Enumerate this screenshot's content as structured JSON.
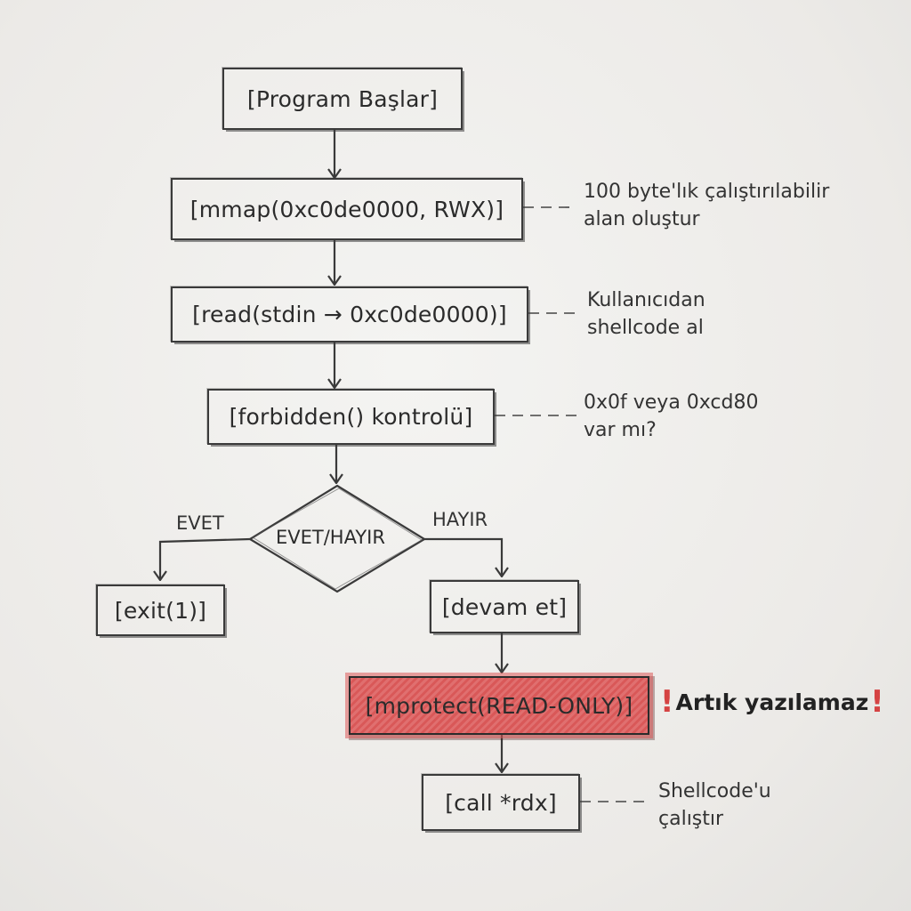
{
  "nodes": {
    "start": "[Program Başlar]",
    "mmap": "[mmap(0xc0de0000, RWX)]",
    "read": "[read(stdin → 0xc0de0000)]",
    "forbidden": "[forbidden() kontrolü]",
    "decision": "EVET/HAYIR",
    "exit": "[exit(1)]",
    "continue": "[devam et]",
    "mprotect": "[mprotect(READ-ONLY)]",
    "call": "[call *rdx]"
  },
  "branches": {
    "yes": "EVET",
    "no": "HAYIR"
  },
  "notes": {
    "mmap": [
      "100 byte'lık çalıştırılabilir",
      "alan oluştur"
    ],
    "read": [
      "Kullanıcıdan",
      "shellcode al"
    ],
    "forbidden": [
      "0x0f veya 0xcd80",
      "var mı?"
    ],
    "call": [
      "Shellcode'u",
      "çalıştır"
    ]
  },
  "warning": {
    "mark_left": "!",
    "text": "Artık yazılamaz",
    "mark_right": "!"
  },
  "colors": {
    "highlight": "#d95858",
    "ink": "#2b2b2b",
    "paper": "#eeeeec"
  }
}
